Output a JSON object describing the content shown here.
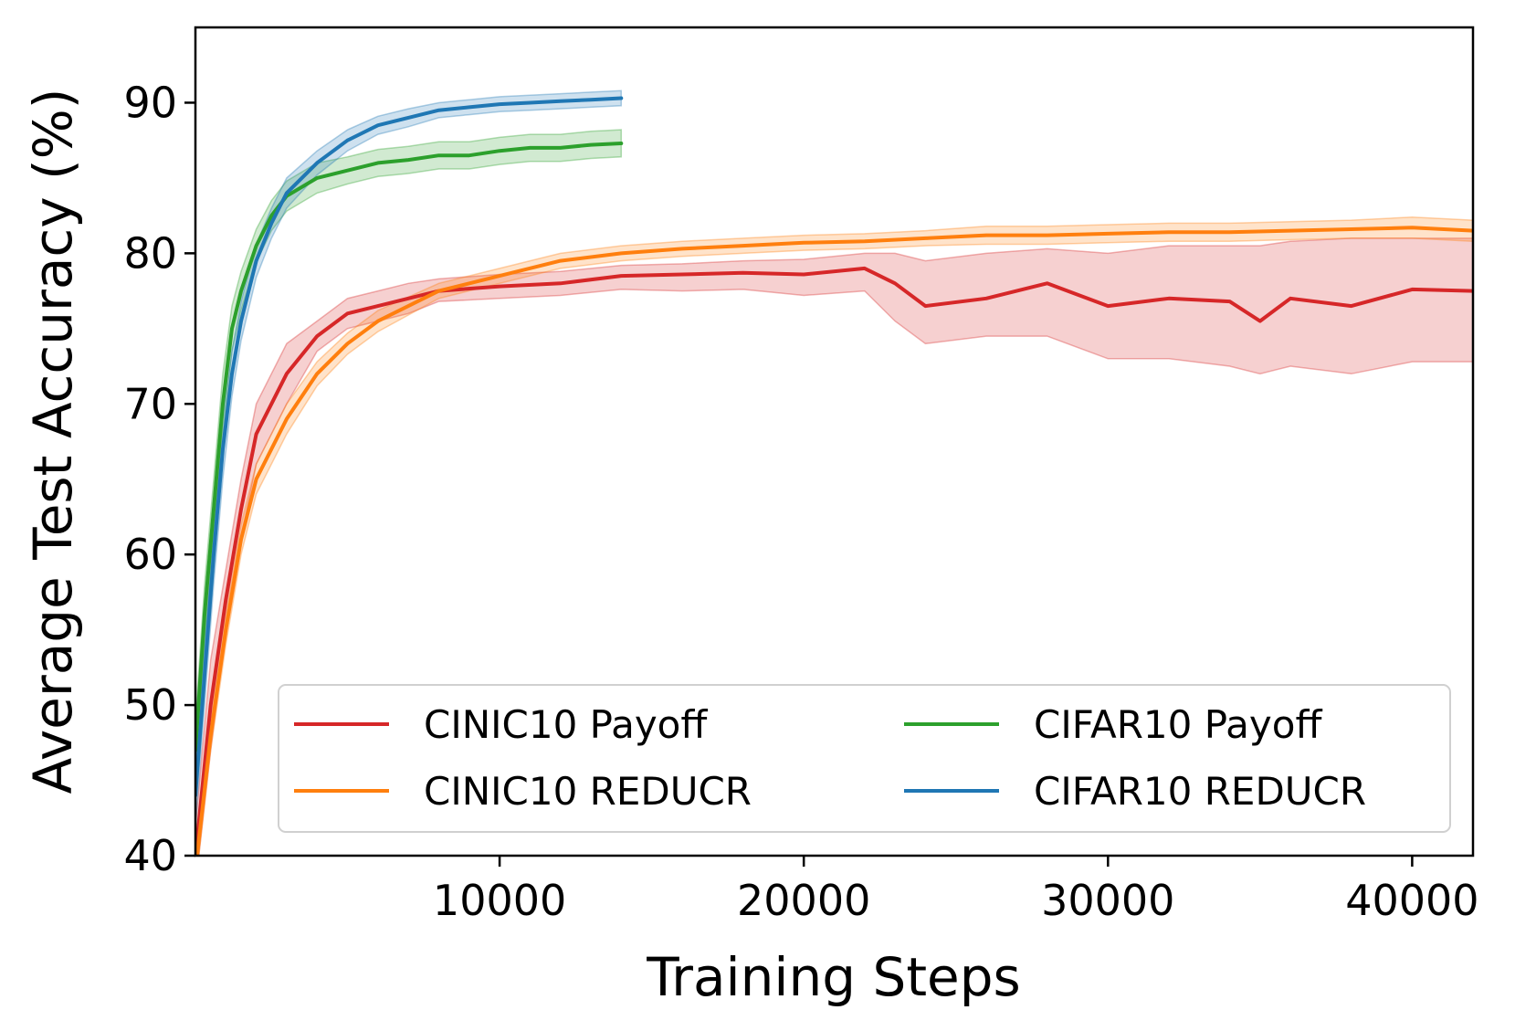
{
  "chart_data": {
    "type": "line",
    "title": "",
    "xlabel": "Training Steps",
    "ylabel": "Average Test Accuracy (%)",
    "xlim": [
      0,
      42000
    ],
    "ylim": [
      40,
      95
    ],
    "xticks": [
      10000,
      20000,
      30000,
      40000
    ],
    "xtick_labels": [
      "10000",
      "20000",
      "30000",
      "40000"
    ],
    "yticks": [
      40,
      50,
      60,
      70,
      80,
      90
    ],
    "ytick_labels": [
      "40",
      "50",
      "60",
      "70",
      "80",
      "90"
    ],
    "grid": false,
    "legend": {
      "placement": "lower-right",
      "columns": 2
    },
    "series": [
      {
        "name": "CINIC10 Payoff",
        "color": "#d62728",
        "x": [
          0,
          500,
          1000,
          1500,
          2000,
          3000,
          4000,
          5000,
          6000,
          7000,
          8000,
          10000,
          12000,
          14000,
          16000,
          18000,
          20000,
          22000,
          23000,
          24000,
          26000,
          28000,
          30000,
          32000,
          34000,
          35000,
          36000,
          38000,
          40000,
          42000
        ],
        "y": [
          40,
          50,
          57,
          63,
          68,
          72,
          74.5,
          76,
          76.5,
          77,
          77.5,
          77.8,
          78,
          78.5,
          78.6,
          78.7,
          78.6,
          79,
          78,
          76.5,
          77,
          78,
          76.5,
          77,
          76.8,
          75.5,
          77,
          76.5,
          77.6,
          77.5
        ],
        "band_lower": [
          38,
          47,
          55,
          61,
          66,
          70,
          73.5,
          75,
          75.5,
          76,
          76.8,
          77,
          77.2,
          77.6,
          77.5,
          77.6,
          77.2,
          77.5,
          75.5,
          74,
          74.5,
          74.5,
          73,
          73,
          72.5,
          72,
          72.5,
          72,
          72.8,
          72.8
        ],
        "band_upper": [
          42,
          53,
          59,
          65,
          70,
          74,
          75.5,
          77,
          77.5,
          78,
          78.3,
          78.6,
          78.8,
          79.2,
          79.3,
          79.5,
          79.6,
          80,
          80,
          79.5,
          80,
          80.3,
          80,
          80.5,
          80.5,
          80.5,
          80.8,
          81,
          81,
          81
        ]
      },
      {
        "name": "CINIC10 REDUCR",
        "color": "#ff7f0e",
        "x": [
          0,
          500,
          1000,
          1500,
          2000,
          3000,
          4000,
          5000,
          6000,
          7000,
          8000,
          10000,
          12000,
          14000,
          16000,
          18000,
          20000,
          22000,
          24000,
          26000,
          28000,
          30000,
          32000,
          34000,
          36000,
          38000,
          40000,
          42000
        ],
        "y": [
          39,
          48,
          55,
          61,
          65,
          69,
          72,
          74,
          75.5,
          76.5,
          77.5,
          78.5,
          79.5,
          80,
          80.3,
          80.5,
          80.7,
          80.8,
          81,
          81.2,
          81.2,
          81.3,
          81.4,
          81.4,
          81.5,
          81.6,
          81.7,
          81.5
        ],
        "band_lower": [
          38,
          47,
          54,
          60,
          64,
          68,
          71.2,
          73.3,
          74.8,
          75.9,
          77,
          78,
          79,
          79.5,
          79.8,
          80,
          80.2,
          80.3,
          80.5,
          80.6,
          80.6,
          80.7,
          80.8,
          80.8,
          80.9,
          81,
          81,
          80.8
        ],
        "band_upper": [
          40,
          49,
          56,
          62,
          66,
          70,
          72.8,
          74.7,
          76.2,
          77.1,
          78,
          79,
          80,
          80.5,
          80.8,
          81,
          81.2,
          81.3,
          81.5,
          81.8,
          81.8,
          81.9,
          82,
          82,
          82.1,
          82.2,
          82.4,
          82.2
        ]
      },
      {
        "name": "CIFAR10 Payoff",
        "color": "#2ca02c",
        "x": [
          0,
          300,
          600,
          900,
          1200,
          1500,
          2000,
          2500,
          3000,
          4000,
          5000,
          6000,
          7000,
          8000,
          9000,
          10000,
          11000,
          12000,
          13000,
          14000
        ],
        "y": [
          47,
          56,
          63,
          70,
          75,
          77.5,
          80.5,
          82.5,
          83.8,
          85,
          85.5,
          86,
          86.2,
          86.5,
          86.5,
          86.8,
          87,
          87,
          87.2,
          87.3
        ],
        "band_lower": [
          45,
          54,
          61,
          68,
          73.5,
          76.2,
          79.4,
          81.5,
          82.8,
          84,
          84.6,
          85.1,
          85.3,
          85.6,
          85.6,
          85.9,
          86.1,
          86.1,
          86.3,
          86.4
        ],
        "band_upper": [
          49,
          58,
          65,
          72,
          76.5,
          78.8,
          81.6,
          83.5,
          84.8,
          86,
          86.4,
          86.9,
          87.1,
          87.4,
          87.4,
          87.7,
          87.9,
          87.9,
          88.1,
          88.2
        ]
      },
      {
        "name": "CIFAR10 REDUCR",
        "color": "#1f77b4",
        "x": [
          0,
          300,
          600,
          900,
          1200,
          1500,
          2000,
          2500,
          3000,
          4000,
          5000,
          6000,
          7000,
          8000,
          9000,
          10000,
          11000,
          12000,
          13000,
          14000
        ],
        "y": [
          44,
          52,
          60,
          67,
          72,
          75.5,
          79.5,
          82,
          84,
          86,
          87.5,
          88.5,
          89,
          89.5,
          89.7,
          89.9,
          90,
          90.1,
          90.2,
          90.3
        ],
        "band_lower": [
          42,
          50,
          58,
          65,
          70.5,
          74.2,
          78.4,
          81,
          83,
          85.2,
          86.8,
          87.9,
          88.4,
          89,
          89.2,
          89.4,
          89.5,
          89.6,
          89.7,
          89.8
        ],
        "band_upper": [
          46,
          54,
          62,
          69,
          73.5,
          76.8,
          80.6,
          83,
          85,
          86.8,
          88.2,
          89.1,
          89.6,
          90,
          90.2,
          90.4,
          90.5,
          90.6,
          90.7,
          90.8
        ]
      }
    ]
  }
}
